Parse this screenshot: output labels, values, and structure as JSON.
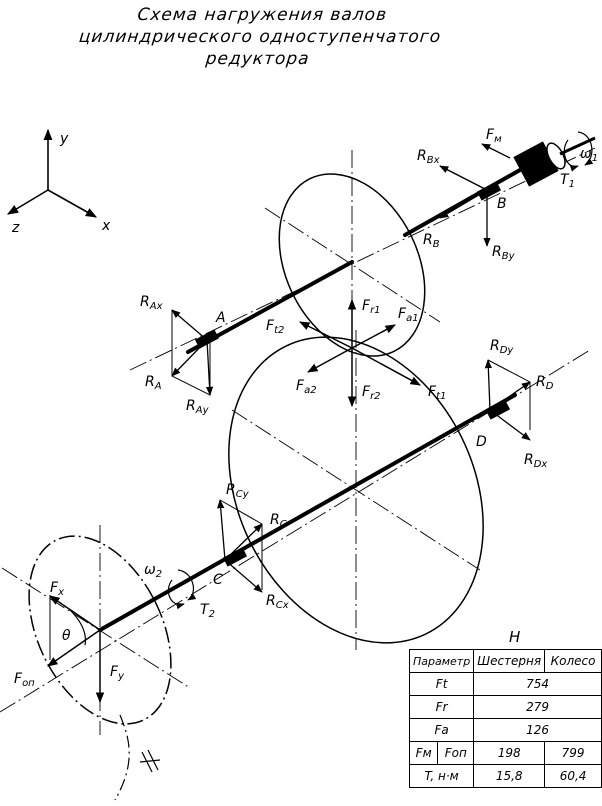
{
  "title": {
    "line1": "Схема нагружения валов",
    "line2": "цилиндрического одноступенчатого",
    "line3": "редуктора"
  },
  "axes": {
    "y": "y",
    "z": "z",
    "x": "x"
  },
  "points": {
    "A": "A",
    "B": "B",
    "C": "C",
    "D": "D"
  },
  "forces": {
    "Fm": {
      "main": "F",
      "sub": "м"
    },
    "Ft1": {
      "main": "F",
      "sub": "t1"
    },
    "Ft2": {
      "main": "F",
      "sub": "t2"
    },
    "Fr1": {
      "main": "F",
      "sub": "r1"
    },
    "Fr2": {
      "main": "F",
      "sub": "r2"
    },
    "Fa1": {
      "main": "F",
      "sub": "a1"
    },
    "Fa2": {
      "main": "F",
      "sub": "a2"
    },
    "Fx": {
      "main": "F",
      "sub": "x"
    },
    "Fy": {
      "main": "F",
      "sub": "y"
    },
    "Fop": {
      "main": "F",
      "sub": "оп"
    }
  },
  "reactions": {
    "RBx": {
      "main": "R",
      "sub": "Bx"
    },
    "RB": {
      "main": "R",
      "sub": "B"
    },
    "RBy": {
      "main": "R",
      "sub": "By"
    },
    "RAx": {
      "main": "R",
      "sub": "Ax"
    },
    "RA": {
      "main": "R",
      "sub": "A"
    },
    "RAy": {
      "main": "R",
      "sub": "Ay"
    },
    "RDy": {
      "main": "R",
      "sub": "Dy"
    },
    "RD": {
      "main": "R",
      "sub": "D"
    },
    "RDx": {
      "main": "R",
      "sub": "Dx"
    },
    "RCy": {
      "main": "R",
      "sub": "Cy"
    },
    "RC": {
      "main": "R",
      "sub": "C"
    },
    "RCx": {
      "main": "R",
      "sub": "Cx"
    }
  },
  "torques": {
    "T1": {
      "main": "T",
      "sub": "1"
    },
    "T2": {
      "main": "T",
      "sub": "2"
    },
    "w1": {
      "main": "ω",
      "sub": "1"
    },
    "w2": {
      "main": "ω",
      "sub": "2"
    }
  },
  "angle": "θ",
  "table": {
    "letter": "H",
    "header": {
      "param": "Параметр",
      "pinion": "Шестерня",
      "wheel": "Колесо"
    },
    "rows": [
      {
        "param": "Ft",
        "value": "754"
      },
      {
        "param": "Fr",
        "value": "279"
      },
      {
        "param": "Fa",
        "value": "126"
      }
    ],
    "row_fm": {
      "param1": "Fм",
      "param2": "Fоп",
      "pinion": "198",
      "wheel": "799"
    },
    "row_t": {
      "param": "T, н·м",
      "pinion": "15,8",
      "wheel": "60,4"
    }
  }
}
